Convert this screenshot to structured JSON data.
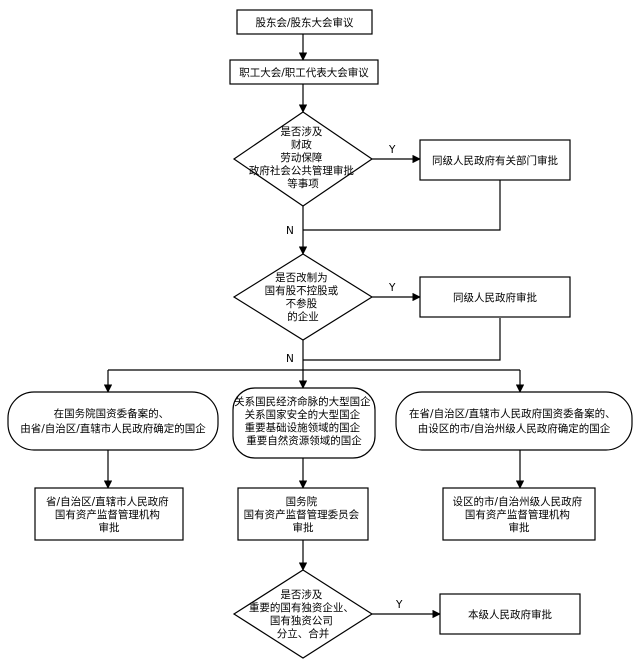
{
  "nodes": {
    "shareholders": "股东会/股东大会审议",
    "workers": "职工大会/职工代表大会审议",
    "decision1": [
      "是否涉及",
      "财政",
      "劳动保障",
      "政府社会公共管理审批",
      "等事项"
    ],
    "approval_depts": "同级人民政府有关部门审批",
    "decision2": [
      "是否改制为",
      "国有股不控股或",
      "不参股",
      "的企业"
    ],
    "approval_gov": "同级人民政府审批",
    "branch_left": [
      "在国务院国资委备案的、",
      "由省/自治区/直辖市人民政府确定的国企"
    ],
    "branch_center": [
      "关系国民经济命脉的大型国企",
      "关系国家安全的大型国企",
      "重要基础设施领域的国企",
      "重要自然资源领域的国企"
    ],
    "branch_right": [
      "在省/自治区/直辖市人民政府国资委备案的、",
      "由设区的市/自治州级人民政府确定的国企"
    ],
    "approval_left": [
      "省/自治区/直辖市人民政府",
      "国有资产监督管理机构",
      "审批"
    ],
    "approval_center": [
      "国务院",
      "国有资产监督管理委员会",
      "审批"
    ],
    "approval_right": [
      "设区的市/自治州级人民政府",
      "国有资产监督管理机构",
      "审批"
    ],
    "decision3": [
      "是否涉及",
      "重要的国有独资企业、",
      "国有独资公司",
      "分立、合并"
    ],
    "approval_local": "本级人民政府审批"
  },
  "labels": {
    "yes": "Y",
    "no": "N"
  }
}
